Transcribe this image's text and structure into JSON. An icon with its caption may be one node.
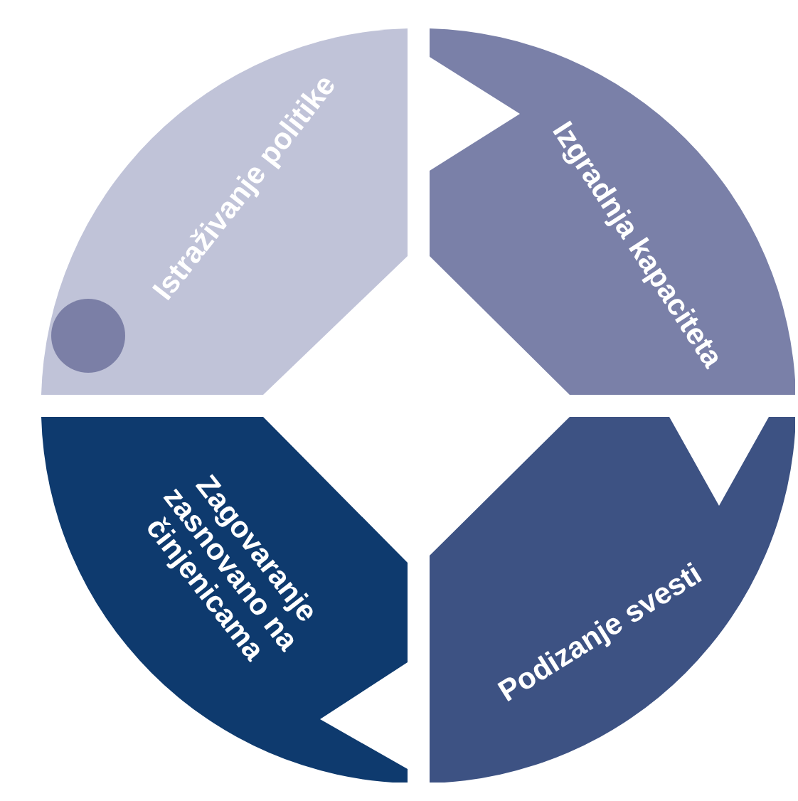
{
  "diagram": {
    "nodes": [
      {
        "text": [
          "Istraživanje politike"
        ]
      },
      {
        "text": [
          "Izgradnja kapaciteta"
        ]
      },
      {
        "text": [
          "Zagovaranje zasnovano na činjenicama"
        ]
      },
      {
        "text": [
          "Podizanje svesti"
        ]
      }
    ]
  }
}
